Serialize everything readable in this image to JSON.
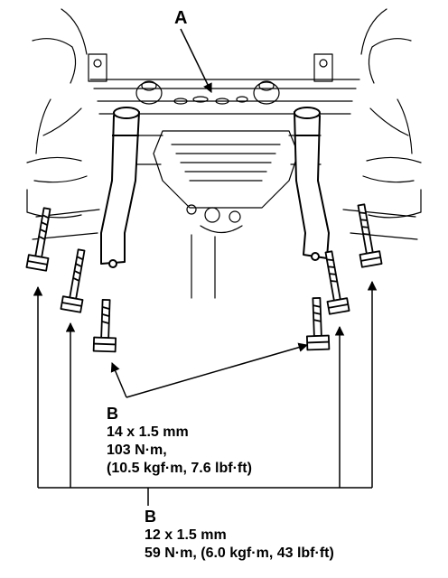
{
  "label_a": "A",
  "callout_upper": {
    "letter": "B",
    "size": "14 x 1.5 mm",
    "torque": "103 N·m,",
    "alt_torque": "(10.5 kgf·m, 7.6 lbf·ft)"
  },
  "callout_lower": {
    "letter": "B",
    "size": "12 x 1.5 mm",
    "torque": "59 N·m, (6.0 kgf·m, 43 lbf·ft)"
  },
  "colors": {
    "ink": "#000000",
    "paper": "#ffffff"
  }
}
